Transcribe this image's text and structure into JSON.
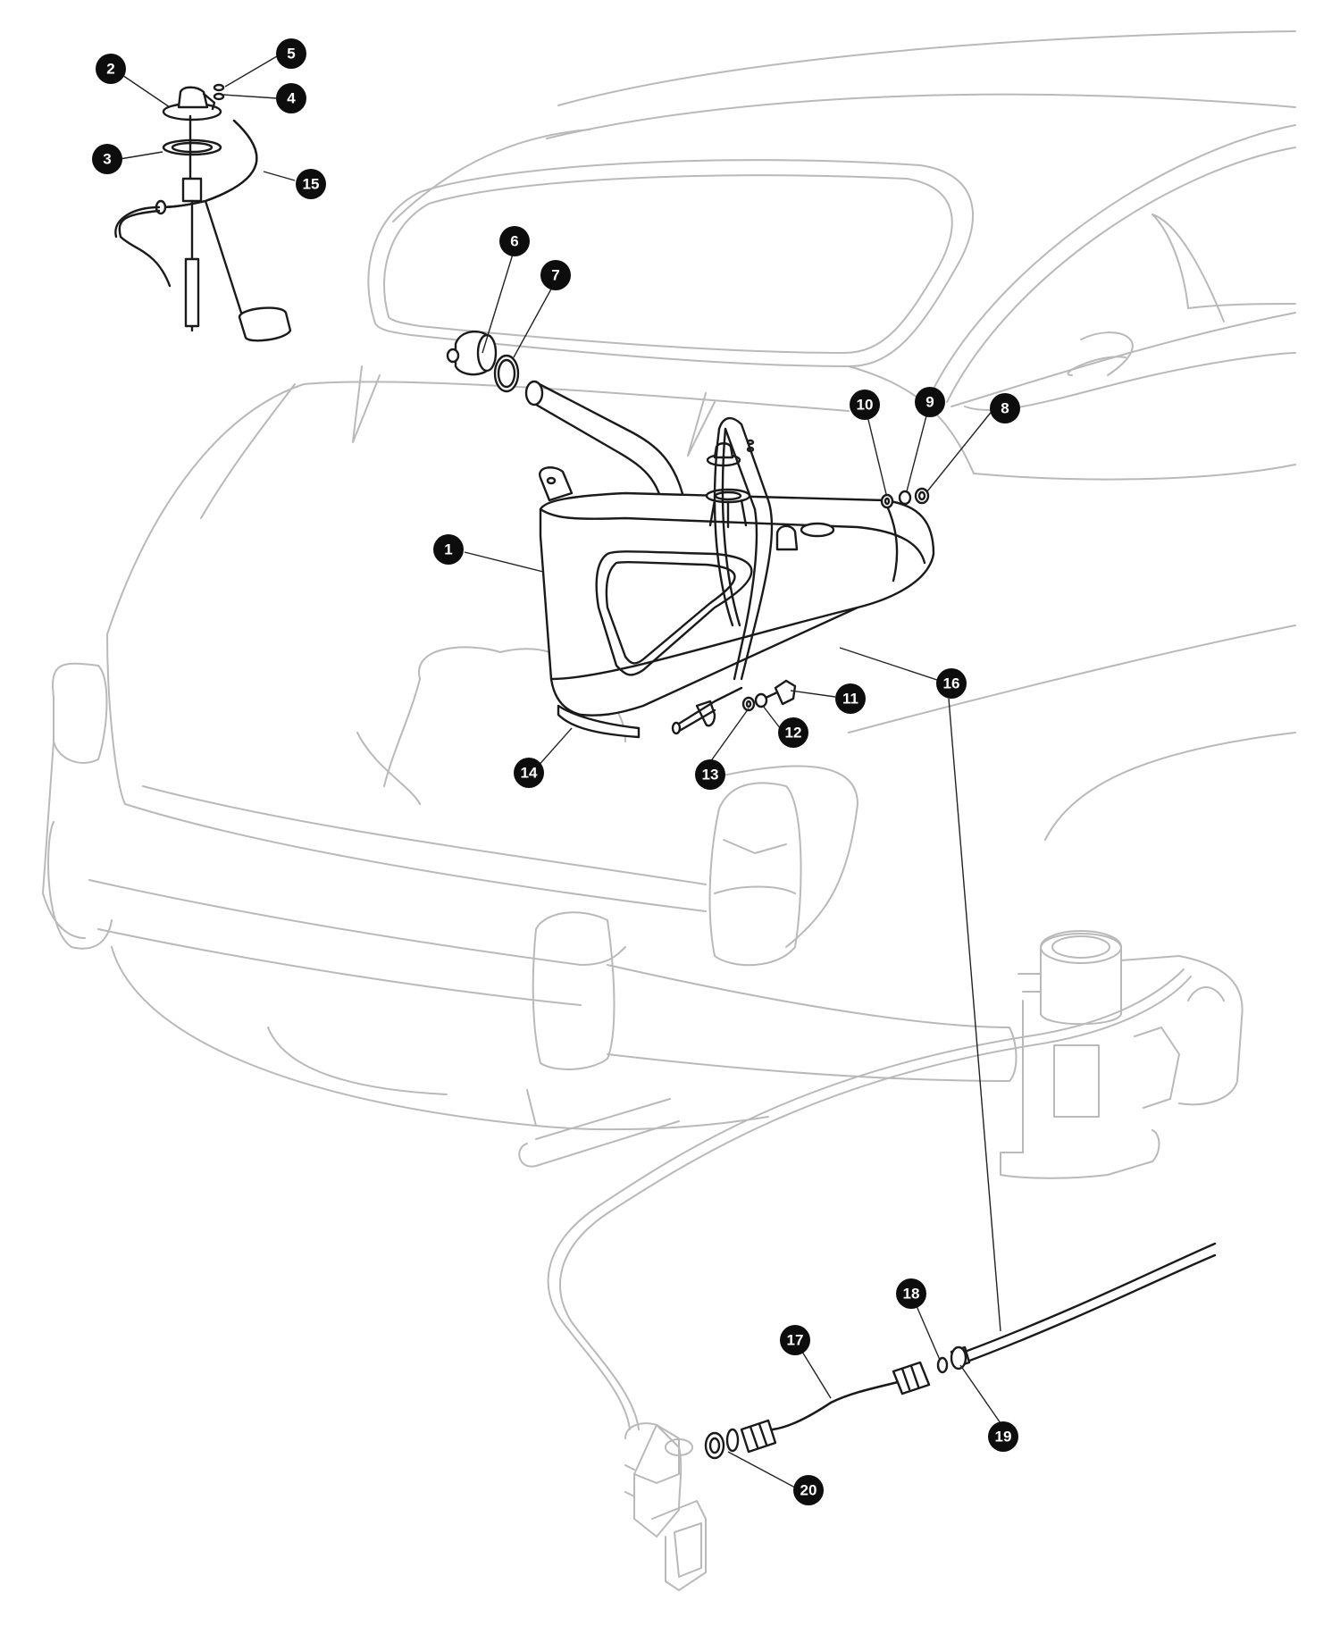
{
  "callouts": [
    {
      "num": "1"
    },
    {
      "num": "2"
    },
    {
      "num": "3"
    },
    {
      "num": "4"
    },
    {
      "num": "5"
    },
    {
      "num": "6"
    },
    {
      "num": "7"
    },
    {
      "num": "8"
    },
    {
      "num": "9"
    },
    {
      "num": "10"
    },
    {
      "num": "11"
    },
    {
      "num": "12"
    },
    {
      "num": "13"
    },
    {
      "num": "14"
    },
    {
      "num": "15"
    },
    {
      "num": "16"
    },
    {
      "num": "17"
    },
    {
      "num": "18"
    },
    {
      "num": "19"
    },
    {
      "num": "20"
    }
  ],
  "colors": {
    "callout_fill": "#0d0d0d",
    "callout_text": "#ffffff",
    "part_line": "#1a1a1a",
    "car_outline": "#b9b9b9"
  }
}
